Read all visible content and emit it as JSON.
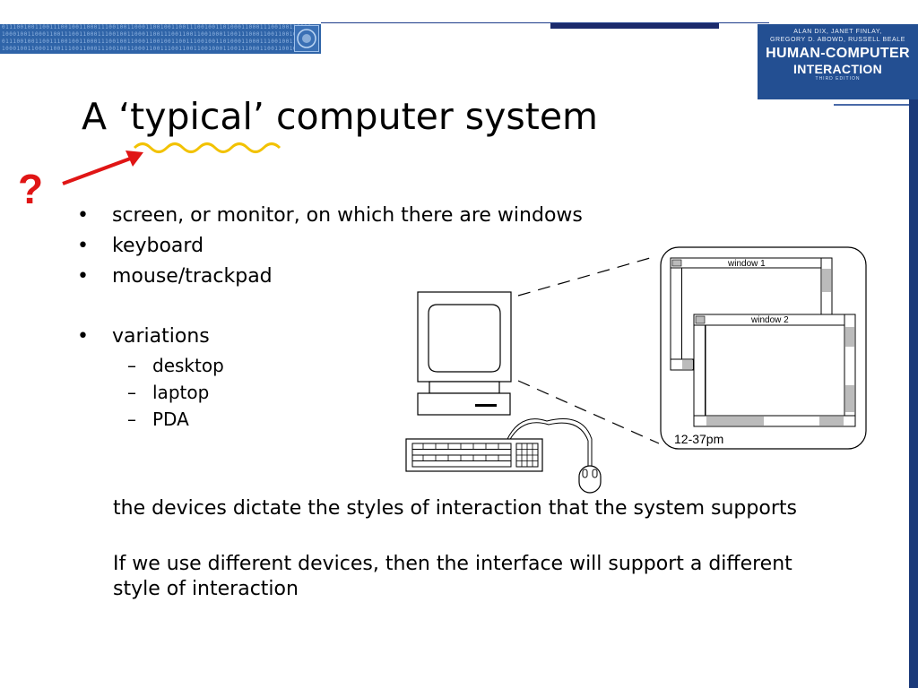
{
  "header": {
    "book_authors_line1": "ALAN DIX, JANET FINLAY,",
    "book_authors_line2": "GREGORY D. ABOWD, RUSSELL BEALE",
    "book_title_line1": "HUMAN-COMPUTER",
    "book_title_line2": "INTERACTION",
    "book_edition": "THIRD EDITION"
  },
  "slide": {
    "title": "A ‘typical’ computer system",
    "question_mark": "?",
    "bullets": [
      "screen, or monitor, on which there are windows",
      "keyboard",
      "mouse/trackpad",
      "variations"
    ],
    "sub_bullets": [
      "desktop",
      "laptop",
      "PDA"
    ],
    "paragraphs": [
      "the devices dictate the styles of interaction that the system supports",
      "If we use different devices, then the interface will support a different style of interaction"
    ]
  },
  "diagram": {
    "window1_title": "window 1",
    "window2_title": "window 2",
    "clock": "12-37pm"
  },
  "colors": {
    "accent_blue": "#234f92",
    "question_red": "#e01515",
    "squiggle_yellow": "#f2c200"
  }
}
